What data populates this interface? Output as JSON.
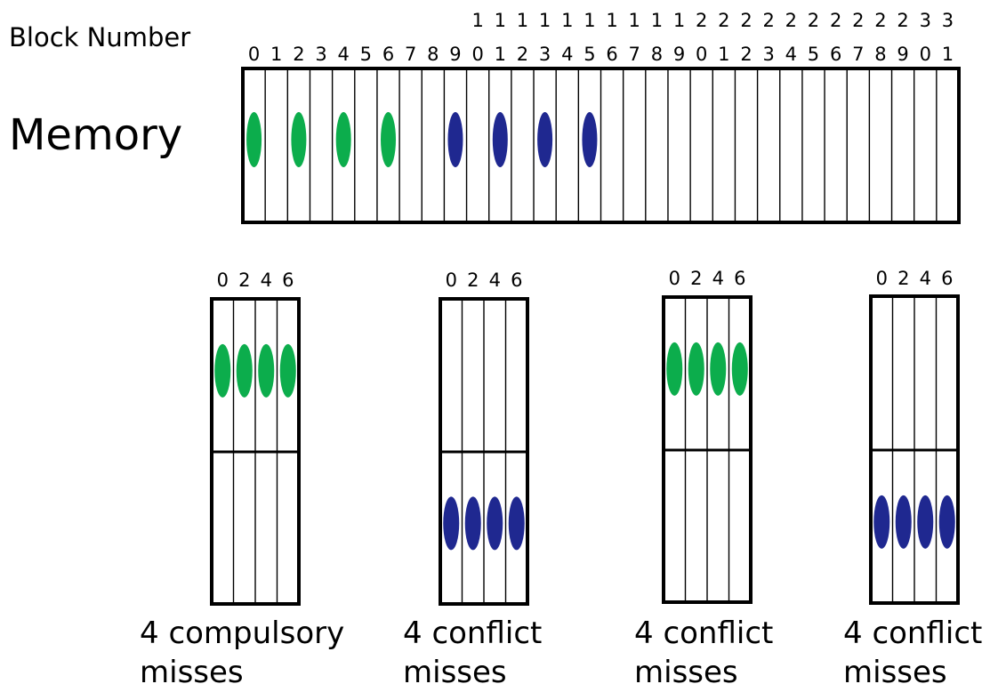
{
  "labels": {
    "block_number": "Block Number",
    "memory": "Memory"
  },
  "colors": {
    "green": "#0cad4c",
    "blue": "#1f2890",
    "line": "#000000",
    "background": "#ffffff"
  },
  "memory": {
    "block_count": 32,
    "digit_rows": [
      [
        "",
        "",
        "",
        "",
        "",
        "",
        "",
        "",
        "",
        "",
        "1",
        "1",
        "1",
        "1",
        "1",
        "1",
        "1",
        "1",
        "1",
        "1",
        "2",
        "2",
        "2",
        "2",
        "2",
        "2",
        "2",
        "2",
        "2",
        "2",
        "3",
        "3"
      ],
      [
        "0",
        "1",
        "2",
        "3",
        "4",
        "5",
        "6",
        "7",
        "8",
        "9",
        "0",
        "1",
        "2",
        "3",
        "4",
        "5",
        "6",
        "7",
        "8",
        "9",
        "0",
        "1",
        "2",
        "3",
        "4",
        "5",
        "6",
        "7",
        "8",
        "9",
        "0",
        "1"
      ]
    ],
    "green_blocks": [
      0,
      2,
      4,
      6
    ],
    "blue_blocks": [
      9,
      11,
      13,
      15
    ]
  },
  "caches": [
    {
      "column_labels": [
        "0",
        "2",
        "4",
        "6"
      ],
      "filled_half": "top",
      "fill_color": "green",
      "caption_line1": "4 compulsory",
      "caption_line2": "misses"
    },
    {
      "column_labels": [
        "0",
        "2",
        "4",
        "6"
      ],
      "filled_half": "bottom",
      "fill_color": "blue",
      "caption_line1": "4 conflict",
      "caption_line2": "misses"
    },
    {
      "column_labels": [
        "0",
        "2",
        "4",
        "6"
      ],
      "filled_half": "top",
      "fill_color": "green",
      "caption_line1": "4 conflict",
      "caption_line2": "misses"
    },
    {
      "column_labels": [
        "0",
        "2",
        "4",
        "6"
      ],
      "filled_half": "bottom",
      "fill_color": "blue",
      "caption_line1": "4 conflict",
      "caption_line2": "misses"
    }
  ]
}
